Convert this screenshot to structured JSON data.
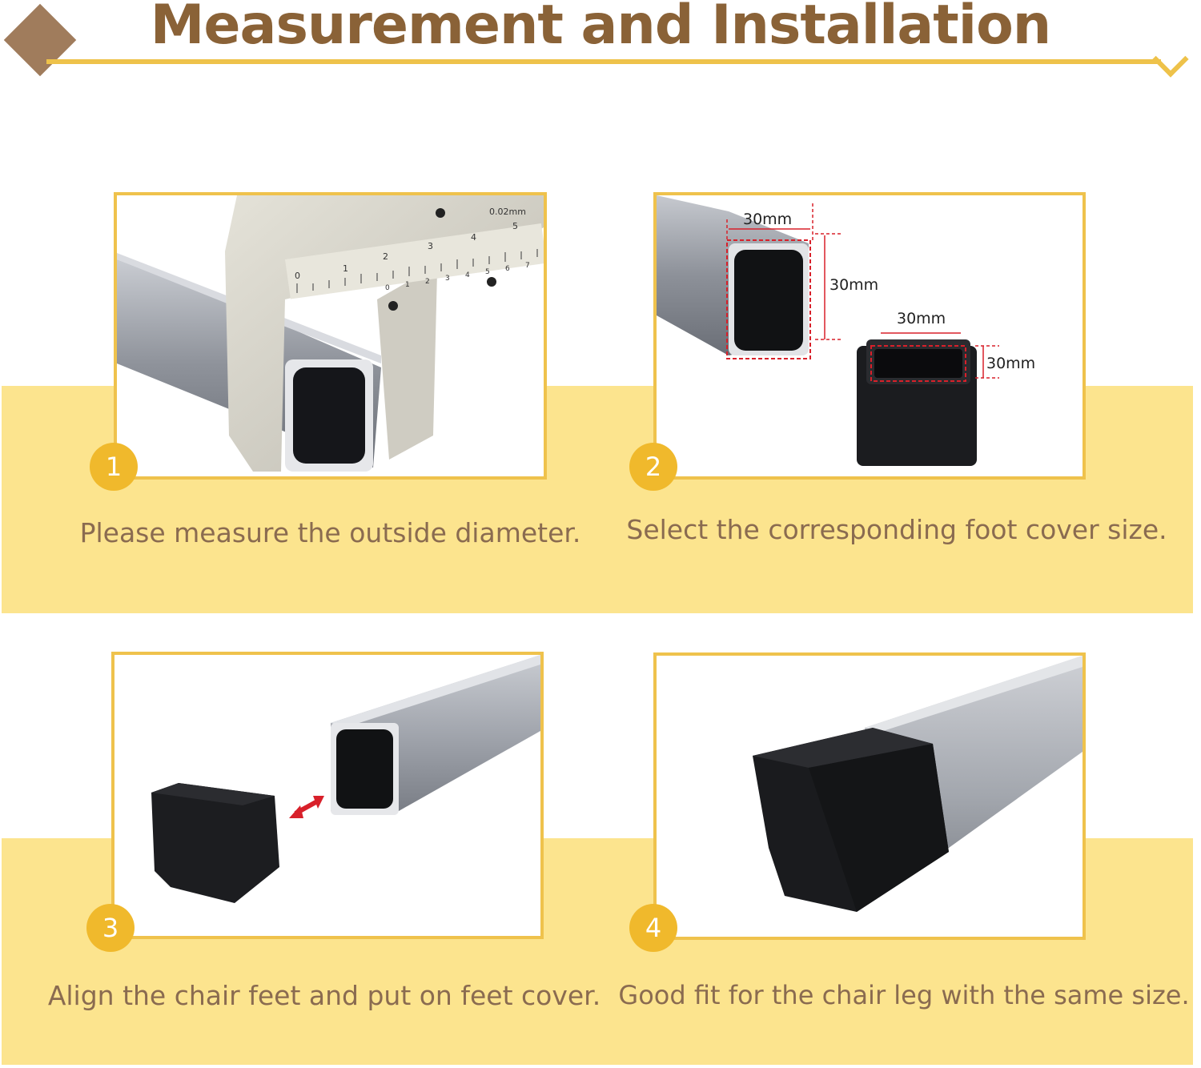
{
  "header": {
    "title": "Measurement and Installation",
    "accent_color": "#eec24a",
    "title_color": "#8a6237",
    "band_color": "#fce48e"
  },
  "steps": [
    {
      "number": "1",
      "caption": "Please measure the outside diameter."
    },
    {
      "number": "2",
      "caption": "Select the corresponding foot cover size.",
      "labels": [
        "30mm",
        "30mm",
        "30mm",
        "30mm"
      ]
    },
    {
      "number": "3",
      "caption": "Align the chair feet and put on feet cover."
    },
    {
      "number": "4",
      "caption": "Good fit for the chair leg with the same size."
    }
  ],
  "caliper": {
    "main_scale": [
      "0",
      "1",
      "2",
      "3",
      "4",
      "5"
    ],
    "vernier_scale": [
      "0",
      "1",
      "2",
      "3",
      "4",
      "5",
      "6",
      "7"
    ],
    "precision": "0.02mm"
  }
}
